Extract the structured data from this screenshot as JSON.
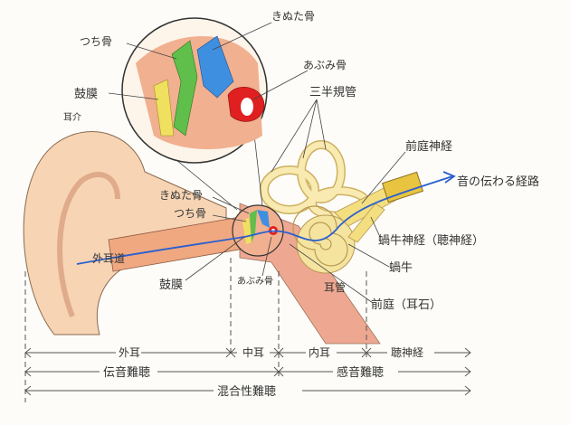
{
  "zoom_labels": {
    "malleus": "つち骨",
    "incus": "きぬた骨",
    "stapes": "あぶみ骨",
    "eardrum": "鼓膜"
  },
  "labels": {
    "semicircular_canals": "三半規管",
    "auricle": "耳介",
    "vestibular_nerve": "前庭神経",
    "sound_path": "音の伝わる経路",
    "cochlear_nerve": "蝸牛神経（聴神経）",
    "cochlea": "蝸牛",
    "vestibule": "前庭（耳石）",
    "eustachian_tube": "耳管",
    "ear_canal": "外耳道",
    "incus": "きぬた骨",
    "malleus": "つち骨",
    "eardrum": "鼓膜",
    "stapes": "あぶみ骨"
  },
  "regions": {
    "outer_ear": "外耳",
    "middle_ear": "中耳",
    "inner_ear": "内耳",
    "auditory_nerve": "聴神経",
    "conductive": "伝音難聴",
    "sensorineural": "感音難聴",
    "mixed": "混合性難聴"
  },
  "colors": {
    "skin": "#f2b88f",
    "malleus": "#5fbf4a",
    "incus": "#3f8fe0",
    "stapes": "#e02020",
    "eardrum": "#f0e060",
    "inner_ear": "#f5e8a0",
    "path": "#2a5fd0"
  }
}
